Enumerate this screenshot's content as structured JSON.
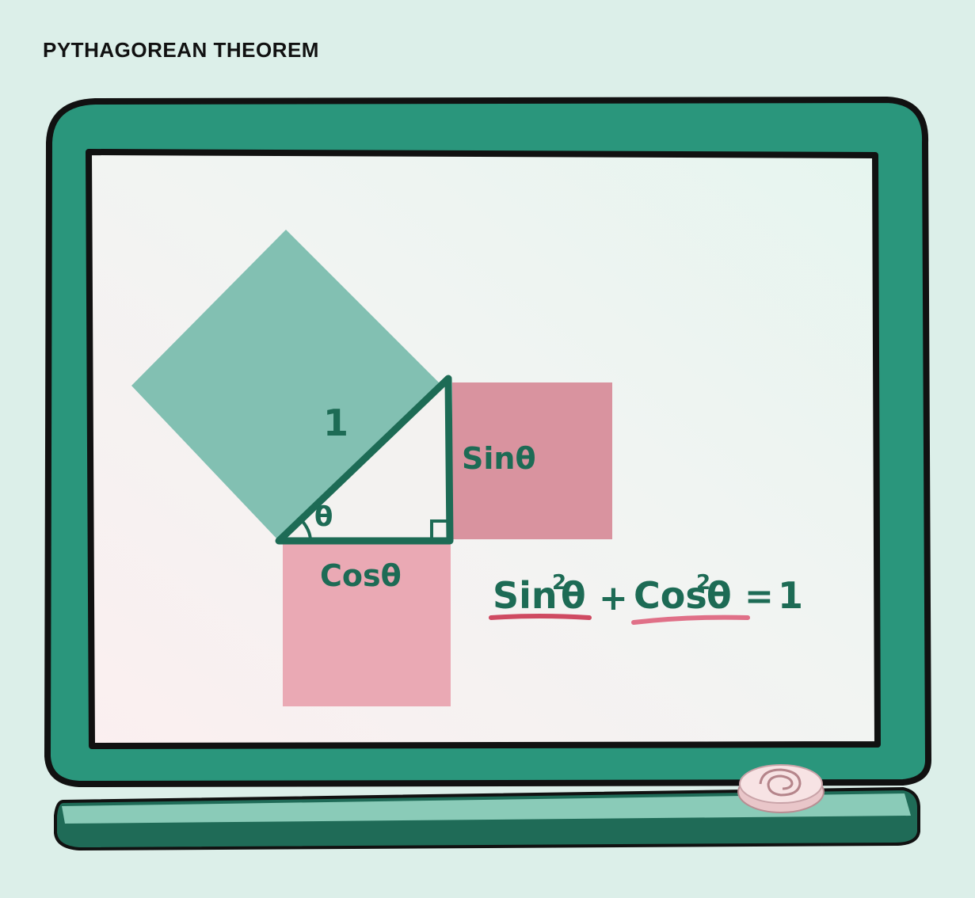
{
  "title": "PYTHAGOREAN THEOREM",
  "labels": {
    "hypotenuse": "1",
    "angle": "θ",
    "opposite": "Sinθ",
    "adjacent": "Cosθ"
  },
  "equation": {
    "sin": "Sin",
    "sin_exp": "2",
    "sin_theta": "θ",
    "plus": "+",
    "cos": "Cos",
    "cos_exp": "2",
    "cos_theta": "θ",
    "equals": "=",
    "result": "1"
  },
  "colors": {
    "background": "#dcefe9",
    "board_frame": "#2a967c",
    "board_outline": "#111111",
    "hypotenuse_square": "#82c0b2",
    "sin_square": "#d9939f",
    "cos_square": "#eaa9b4",
    "chalk_green": "#1d6b55",
    "underline_red": "#cf4a62"
  },
  "icons": {
    "eraser": "eraser-icon"
  }
}
